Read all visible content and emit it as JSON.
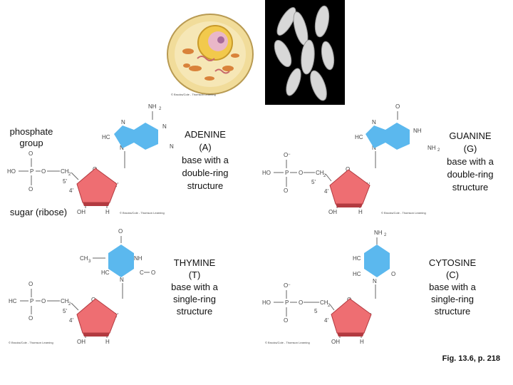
{
  "labels": {
    "phosphate": [
      "phosphate",
      "group"
    ],
    "sugar": "sugar (ribose)",
    "adenine": [
      "ADENINE",
      "(A)",
      "base with a",
      "double-ring",
      "structure"
    ],
    "guanine": [
      "GUANINE",
      "(G)",
      "base with a",
      "double-ring",
      "structure"
    ],
    "thymine": [
      "THYMINE",
      "(T)",
      "base with a",
      "single-ring",
      "structure"
    ],
    "cytosine": [
      "CYTOSINE",
      "(C)",
      "base with a",
      "single-ring",
      "structure"
    ]
  },
  "figure_ref": "Fig. 13.6, p. 218",
  "credit": "© Brooks/Cole - Thomson Learning",
  "colors": {
    "base": "#5bb8ee",
    "sugar": "#ee6e72",
    "sugar_dark": "#b23a40"
  }
}
